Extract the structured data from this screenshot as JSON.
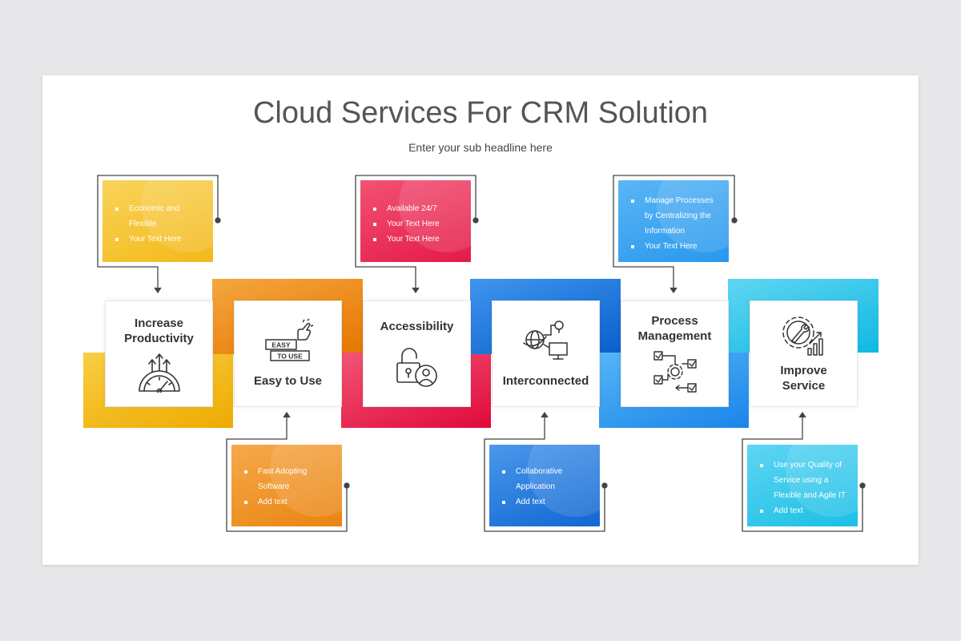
{
  "title": "Cloud Services For CRM Solution",
  "subtitle": "Enter your sub headline here",
  "steps": [
    {
      "label": "Increase Productivity",
      "icon": "speedometer-icon",
      "color": "#f5b50f"
    },
    {
      "label": "Easy to Use",
      "icon": "easy-to-use-icon",
      "color": "#ef8a12"
    },
    {
      "label": "Accessibility",
      "icon": "padlock-user-icon",
      "color": "#e8264c"
    },
    {
      "label": "Interconnected",
      "icon": "network-globe-icon",
      "color": "#1f7de0"
    },
    {
      "label": "Process Management",
      "icon": "workflow-gear-icon",
      "color": "#2d9bf0"
    },
    {
      "label": "Improve Service",
      "icon": "wrench-gear-chart-icon",
      "color": "#23c3e8"
    }
  ],
  "notes": [
    {
      "items": [
        "Economic and Flexible",
        "Your Text Here"
      ],
      "color": "#f7c63c"
    },
    {
      "items": [
        "Fast Adopting Software",
        "Add text"
      ],
      "color": "#f29a2e"
    },
    {
      "items": [
        "Available 24/7",
        "Your Text Here",
        "Your Text Here"
      ],
      "color": "#ea3a5f"
    },
    {
      "items": [
        "Collaborative Application",
        "Add text"
      ],
      "color": "#2a7fdc"
    },
    {
      "items": [
        "Manage Processes by Centralizing the Information",
        "Your Text Here"
      ],
      "color": "#3ba6f2"
    },
    {
      "items": [
        "Use your Quality of Service using a Flexible and Agile IT",
        "Add text"
      ],
      "color": "#33c9ea"
    }
  ],
  "labels": {
    "easy_badge_top": "EASY",
    "easy_badge_bottom": "TO USE"
  }
}
